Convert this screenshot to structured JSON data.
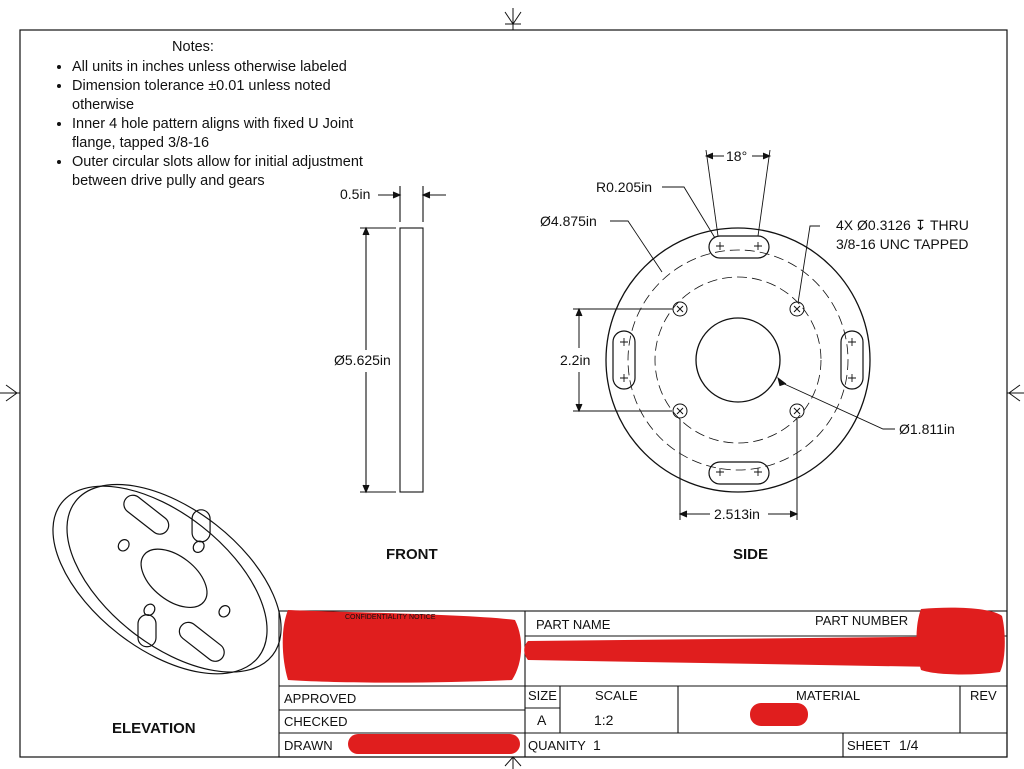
{
  "notes": {
    "heading": "Notes:",
    "items": [
      "All units in inches unless otherwise labeled",
      "Dimension tolerance ±0.01 unless noted otherwise",
      "Inner 4 hole pattern aligns with fixed U Joint flange, tapped 3/8-16",
      "Outer circular slots allow for initial adjustment between drive pully and  gears"
    ]
  },
  "views": {
    "front": "FRONT",
    "side": "SIDE",
    "elevation": "ELEVATION"
  },
  "dimensions": {
    "thickness": "0.5in",
    "outer_diameter": "Ø5.625in",
    "slot_radius": "R0.205in",
    "bolt_circle": "Ø4.875in",
    "hole_pattern_vertical": "2.2in",
    "hole_pattern_horizontal": "2.513in",
    "center_bore": "Ø1.811in",
    "slot_angle": "18°",
    "hole_callout_line1": "4X Ø0.3126 ↧ THRU",
    "hole_callout_line2": "3/8-16 UNC TAPPED"
  },
  "title_block": {
    "confidentiality": "CONFIDENTIALITY NOTICE",
    "part_name_label": "PART NAME",
    "part_number_label": "PART NUMBER",
    "approved_label": "APPROVED",
    "checked_label": "CHECKED",
    "drawn_label": "DRAWN",
    "size_label": "SIZE",
    "size_value": "A",
    "scale_label": "SCALE",
    "scale_value": "1:2",
    "material_label": "MATERIAL",
    "rev_label": "REV",
    "quantity_label": "QUANITY",
    "quantity_value": "1",
    "sheet_label": "SHEET",
    "sheet_value": "1/4"
  },
  "colors": {
    "line": "#111111",
    "redaction": "#e01e1e"
  }
}
